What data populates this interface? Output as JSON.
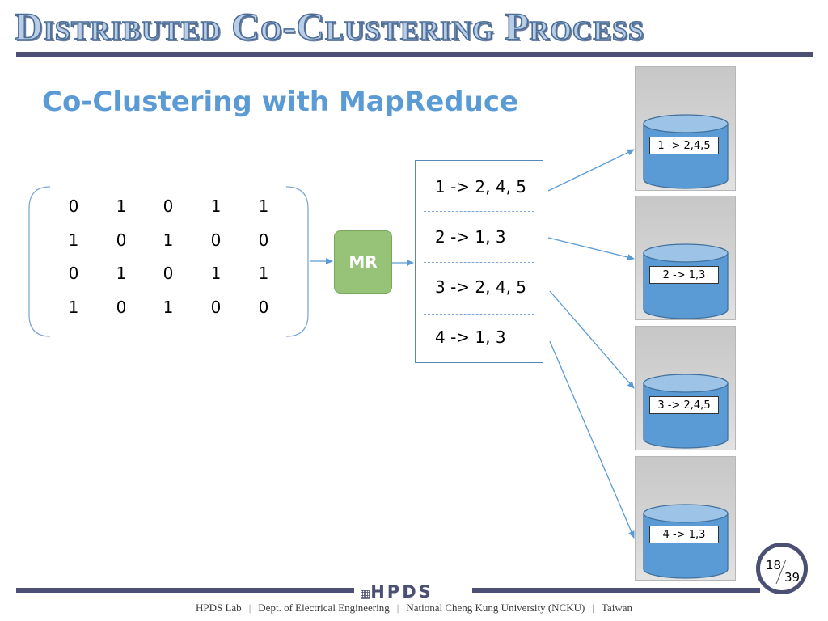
{
  "slide": {
    "title": "Distributed Co-Clustering Process",
    "subtitle": "Co-Clustering with MapReduce",
    "page_current": "18",
    "page_total": "39"
  },
  "matrix": [
    [
      "0",
      "1",
      "0",
      "1",
      "1"
    ],
    [
      "1",
      "0",
      "1",
      "0",
      "0"
    ],
    [
      "0",
      "1",
      "0",
      "1",
      "1"
    ],
    [
      "1",
      "0",
      "1",
      "0",
      "0"
    ]
  ],
  "mr_label": "MR",
  "key_list": [
    "1 -> 2, 4, 5",
    "2 -> 1, 3",
    "3 -> 2, 4, 5",
    "4 -> 1, 3"
  ],
  "storage": [
    "1 -> 2,4,5",
    "2 -> 1,3",
    "3 -> 2,4,5",
    "4 -> 1,3"
  ],
  "footer": {
    "logo": "HPDS",
    "items": [
      "HPDS Lab",
      "Dept. of Electrical Engineering",
      "National Cheng Kung University (NCKU)",
      "Taiwan"
    ]
  },
  "colors": {
    "accent_blue": "#5b9bd5",
    "mr_green": "#96c377",
    "cylinder_blue": "#5b9bd5",
    "bar_navy": "#4a4f73"
  }
}
